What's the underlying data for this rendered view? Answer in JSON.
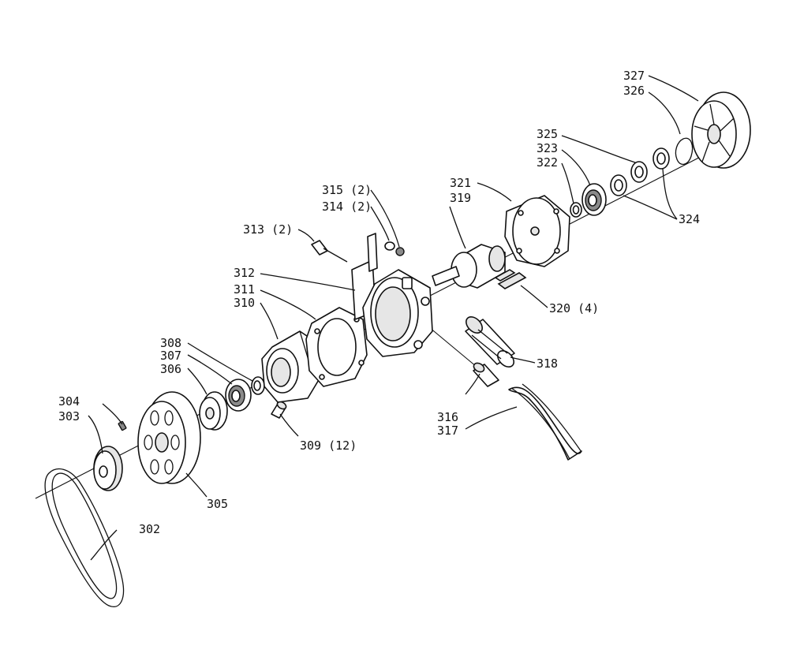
{
  "callouts": [
    {
      "id": "302",
      "text": "302"
    },
    {
      "id": "303",
      "text": "303"
    },
    {
      "id": "304",
      "text": "304"
    },
    {
      "id": "305",
      "text": "305"
    },
    {
      "id": "306",
      "text": "306"
    },
    {
      "id": "307",
      "text": "307"
    },
    {
      "id": "308",
      "text": "308"
    },
    {
      "id": "309",
      "text": "309 (12)"
    },
    {
      "id": "310",
      "text": "310"
    },
    {
      "id": "311",
      "text": "311"
    },
    {
      "id": "312",
      "text": "312"
    },
    {
      "id": "313",
      "text": "313 (2)"
    },
    {
      "id": "314",
      "text": "314 (2)"
    },
    {
      "id": "315",
      "text": "315 (2)"
    },
    {
      "id": "316",
      "text": "316"
    },
    {
      "id": "317",
      "text": "317"
    },
    {
      "id": "318",
      "text": "318"
    },
    {
      "id": "319",
      "text": "319"
    },
    {
      "id": "320",
      "text": "320 (4)"
    },
    {
      "id": "321",
      "text": "321"
    },
    {
      "id": "322",
      "text": "322"
    },
    {
      "id": "323",
      "text": "323"
    },
    {
      "id": "324",
      "text": "324"
    },
    {
      "id": "325",
      "text": "325"
    },
    {
      "id": "326",
      "text": "326"
    },
    {
      "id": "327",
      "text": "327"
    }
  ]
}
